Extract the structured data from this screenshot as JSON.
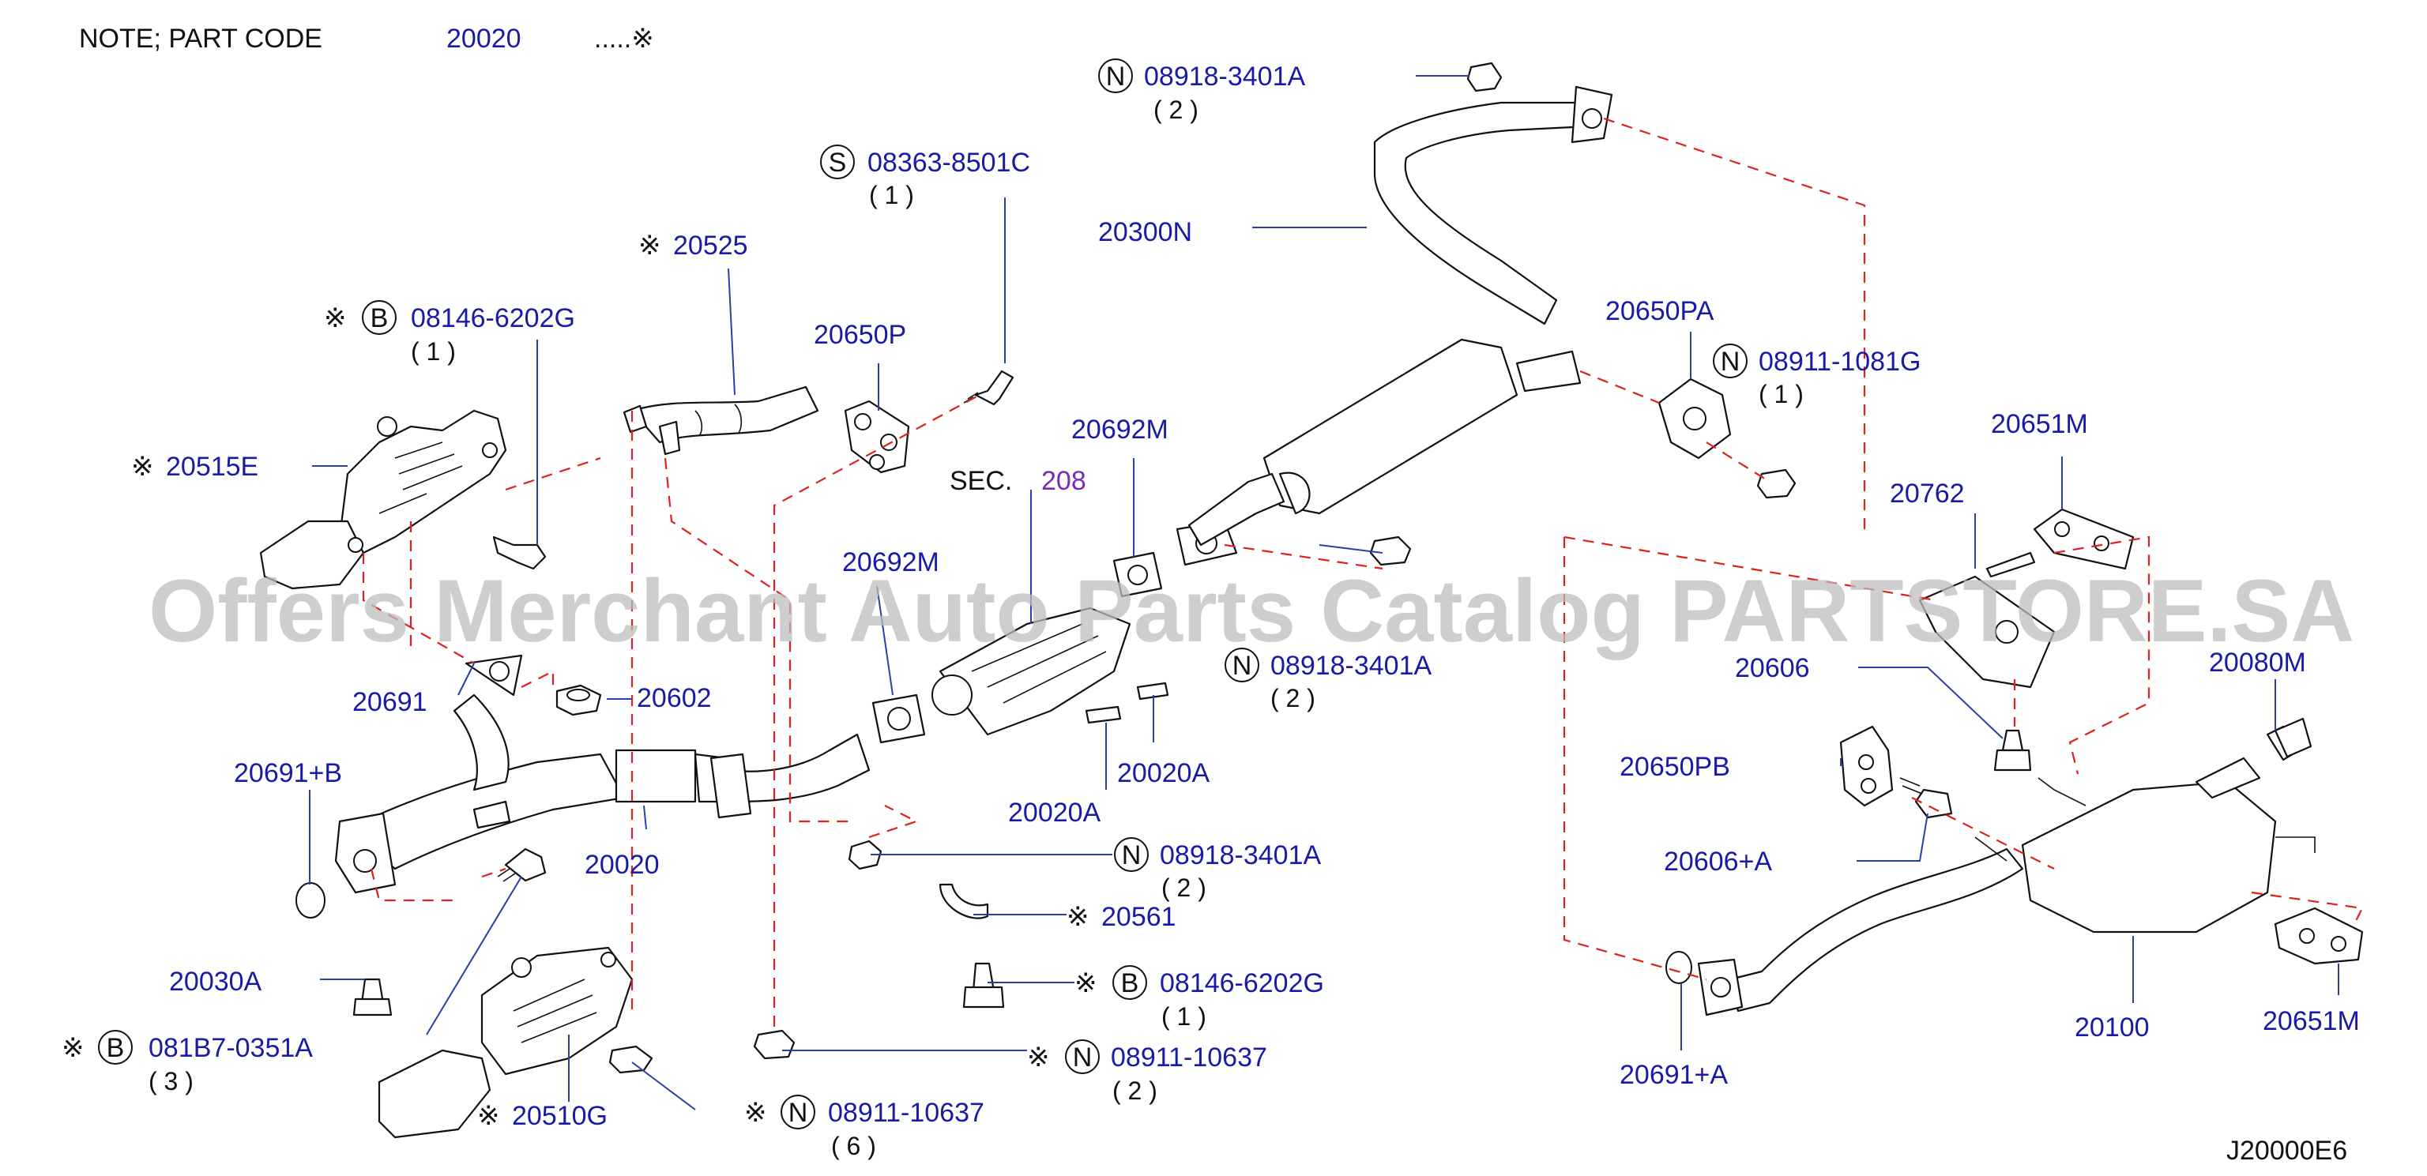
{
  "note": {
    "label": "NOTE;  PART  CODE",
    "code": "20020",
    "suffix": ".....※"
  },
  "watermark": "Offers Merchant Auto Parts Catalog PARTSTORE.SA",
  "diagram_code": "J20000E6",
  "section": {
    "label": "SEC.",
    "number": "208"
  },
  "mark": "※",
  "callouts": [
    {
      "id": "c1",
      "letter": "N",
      "part": "08918-3401A",
      "qty": "( 2 )"
    },
    {
      "id": "c2",
      "letter": "S",
      "part": "08363-8501C",
      "qty": "( 1 )"
    },
    {
      "id": "c3",
      "letter": "B",
      "part": "08146-6202G",
      "qty": "( 1 )"
    },
    {
      "id": "c4",
      "letter": "N",
      "part": "08911-1081G",
      "qty": "( 1 )"
    },
    {
      "id": "c5",
      "letter": "N",
      "part": "08918-3401A",
      "qty": "( 2 )"
    },
    {
      "id": "c6",
      "letter": "N",
      "part": "08918-3401A",
      "qty": "( 2 )"
    },
    {
      "id": "c7",
      "letter": "B",
      "part": "08146-6202G",
      "qty": "( 1 )"
    },
    {
      "id": "c8",
      "letter": "N",
      "part": "08911-10637",
      "qty": "( 2 )"
    },
    {
      "id": "c9",
      "letter": "B",
      "part": "081B7-0351A",
      "qty": "( 3 )"
    },
    {
      "id": "c10",
      "letter": "N",
      "part": "08911-10637",
      "qty": "( 6 )"
    }
  ],
  "parts": {
    "p20525": "20525",
    "p20650P": "20650P",
    "p20300N": "20300N",
    "p20650PA": "20650PA",
    "p20515E": "20515E",
    "p20692M_a": "20692M",
    "p20692M_b": "20692M",
    "p20762": "20762",
    "p20651M_a": "20651M",
    "p20691": "20691",
    "p20602": "20602",
    "p20606": "20606",
    "p20080M": "20080M",
    "p20691B": "20691+B",
    "p20020A_a": "20020A",
    "p20020A_b": "20020A",
    "p20650PB": "20650PB",
    "p20020": "20020",
    "p20606A": "20606+A",
    "p20561": "20561",
    "p20030A": "20030A",
    "p20100": "20100",
    "p20651M_b": "20651M",
    "p20510G": "20510G",
    "p20691A": "20691+A"
  }
}
